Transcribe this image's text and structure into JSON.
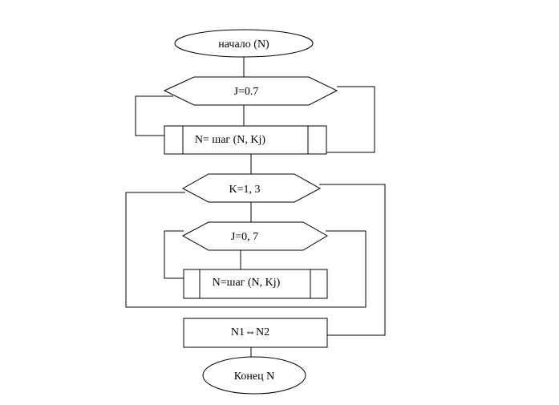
{
  "flowchart": {
    "start": "начало (N)",
    "loop1": "J=0.7",
    "process1": "N= шаг (N, Kj)",
    "loop2": "K=1, 3",
    "loop3": "J=0, 7",
    "process2": "N=шаг (N, Kj)",
    "swap": "N1⇔N2",
    "end": "Конец N"
  }
}
